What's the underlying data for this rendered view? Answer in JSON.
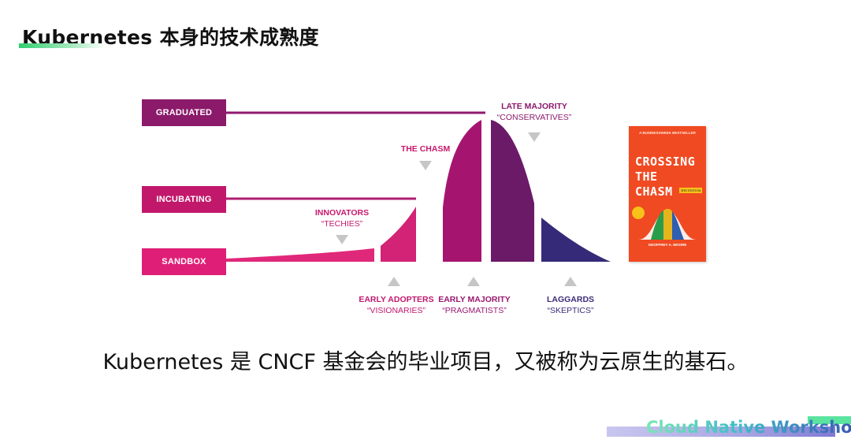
{
  "header": {
    "title": "Kubernetes 本身的技术成熟度"
  },
  "diagram": {
    "levels": {
      "graduated": "GRADUATED",
      "incubating": "INCUBATING",
      "sandbox": "SANDBOX"
    },
    "segments": {
      "innovators": {
        "title": "INNOVATORS",
        "sub": "“TECHIES”"
      },
      "chasm": {
        "title": "THE CHASM"
      },
      "late_majority": {
        "title": "LATE MAJORITY",
        "sub": "“CONSERVATIVES”"
      },
      "early_adopters": {
        "title": "EARLY ADOPTERS",
        "sub": "“VISIONARIES”"
      },
      "early_majority": {
        "title": "EARLY MAJORITY",
        "sub": "“PRAGMATISTS”"
      },
      "laggards": {
        "title": "LAGGARDS",
        "sub": "“SKEPTICS”"
      }
    },
    "colors": {
      "level_box": "#c2186b",
      "graduated_box": "#8b1a6b",
      "line": "#b01e72",
      "label": "#b0176a",
      "arrow": "#c6c6c6"
    }
  },
  "book": {
    "top_line": "A BUSINESSWEEK BESTSELLER",
    "title_lines": [
      "CROSSING",
      "THE",
      "CHASM"
    ],
    "edition": "3RD EDITION",
    "author": "GEOFFREY A. MOORE"
  },
  "caption": "Kubernetes 是 CNCF 基金会的毕业项目，又被称为云原生的基石。",
  "footer": {
    "brand": "Cloud Native Workshop"
  }
}
